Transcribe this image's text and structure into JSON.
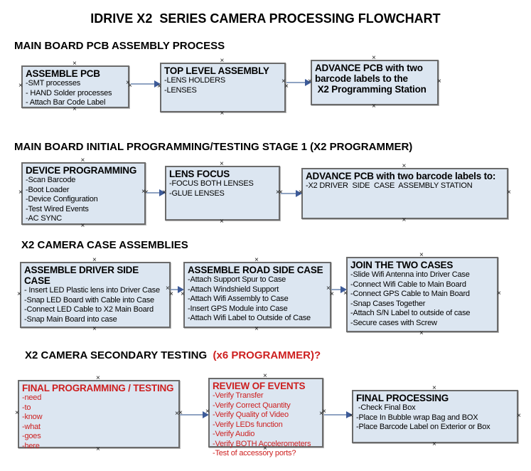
{
  "title": "IDRIVE X2  SERIES CAMERA PROCESSING FLOWCHART",
  "colors": {
    "box_fill": "#dce6f1",
    "box_border": "#6b6b6b",
    "red_text": "#cd1f1f",
    "arrow_line": "#8fa3c2",
    "arrow_head": "#3d5b99"
  },
  "sections": [
    {
      "header": "MAIN BOARD PCB ASSEMBLY PROCESS",
      "boxes": [
        {
          "title": "ASSEMBLE PCB",
          "items": [
            "-SMT processes",
            "- HAND Solder processes",
            "- Attach Bar Code Label"
          ]
        },
        {
          "title": "TOP LEVEL ASSEMBLY",
          "items": [
            "-LENS HOLDERS",
            "-LENSES"
          ]
        },
        {
          "title": "ADVANCE PCB with two barcode labels to the\n X2 Programming Station",
          "items": []
        }
      ]
    },
    {
      "header": "MAIN BOARD INITIAL PROGRAMMING/TESTING STAGE 1 (X2 PROGRAMMER)",
      "boxes": [
        {
          "title": "DEVICE PROGRAMMING",
          "items": [
            "-Scan Barcode",
            "-Boot Loader",
            "-Device Configuration",
            "-Test Wired Events",
            "-AC SYNC"
          ]
        },
        {
          "title": "LENS FOCUS",
          "items": [
            "-FOCUS BOTH LENSES",
            "-GLUE LENSES"
          ]
        },
        {
          "title": "ADVANCE PCB with two barcode labels to:",
          "items": [
            "-X2 DRIVER  SIDE  CASE  ASSEMBLY STATION"
          ]
        }
      ]
    },
    {
      "header": "X2 CAMERA CASE ASSEMBLIES",
      "boxes": [
        {
          "title": "ASSEMBLE DRIVER SIDE CASE",
          "items": [
            "- Insert LED Plastic lens into Driver Case",
            "-Snap LED Board with Cable into Case",
            "-Connect LED Cable to X2 Main Board",
            "-Snap Main Board into case"
          ]
        },
        {
          "title": "ASSEMBLE ROAD SIDE CASE",
          "items": [
            "-Attach Support Spur to Case",
            "-Attach Windshield Support",
            "-Attach Wifi Assembly to Case",
            "-Insert GPS Module into Case",
            "-Attach Wifi Label to Outside of Case"
          ]
        },
        {
          "title": "JOIN THE TWO CASES",
          "items": [
            "-Slide Wifi Antenna into Driver Case",
            "-Connect Wifi Cable to Main Board",
            "-Connect GPS Cable to Main Board",
            "-Snap Cases Together",
            "-Attach S/N Label to outside of case",
            "-Secure cases with Screw"
          ]
        }
      ]
    },
    {
      "header_black": "X2 CAMERA SECONDARY TESTING ",
      "header_red": " (x6 PROGRAMMER)?",
      "boxes": [
        {
          "title": "FINAL PROGRAMMING / TESTING",
          "items": [
            "-need",
            "-to",
            "-know",
            "-what",
            "-goes",
            "-here"
          ]
        },
        {
          "title": "REVIEW OF EVENTS",
          "items": [
            "-Verify Transfer",
            "-Verify Correct Quantity",
            "-Verify Quality of Video",
            "-Verify LEDs function",
            "-Verify Audio",
            "-Verify BOTH Accelerometers",
            "-Test of accessory ports?"
          ]
        },
        {
          "title": "FINAL PROCESSING",
          "items": [
            " -Check Final Box",
            "-Place In Bubble wrap Bag and BOX",
            "-Place Barcode Label on Exterior or Box"
          ]
        }
      ]
    }
  ]
}
